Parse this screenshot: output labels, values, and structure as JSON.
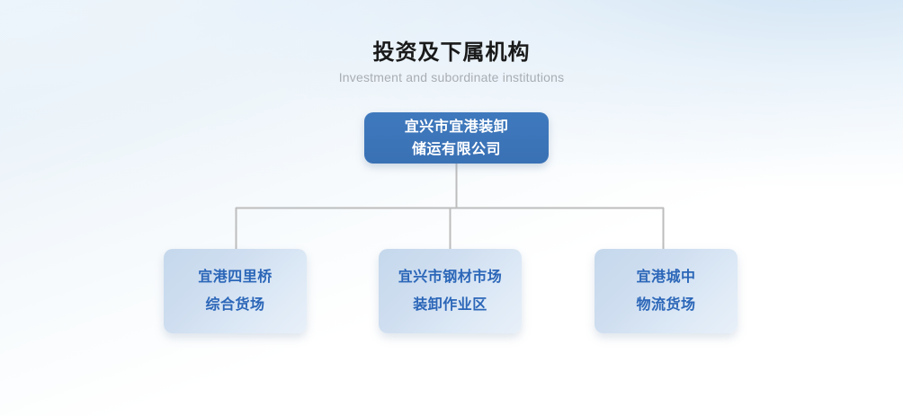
{
  "page": {
    "title_cn": "投资及下属机构",
    "title_en": "Investment and subordinate institutions",
    "accent_color": "#3a71b5",
    "child_fill_color": "#cfdef0",
    "child_text_color": "#2b66b8",
    "connector_color": "#bdbdbd",
    "background_color": "#eef4fa"
  },
  "chart": {
    "root": {
      "lines": [
        "宜兴市宜港装卸",
        "储运有限公司"
      ]
    },
    "children": [
      {
        "lines": [
          "宜港四里桥",
          "综合货场"
        ]
      },
      {
        "lines": [
          "宜兴市钢材市场",
          "装卸作业区"
        ]
      },
      {
        "lines": [
          "宜港城中",
          "物流货场"
        ]
      }
    ]
  }
}
